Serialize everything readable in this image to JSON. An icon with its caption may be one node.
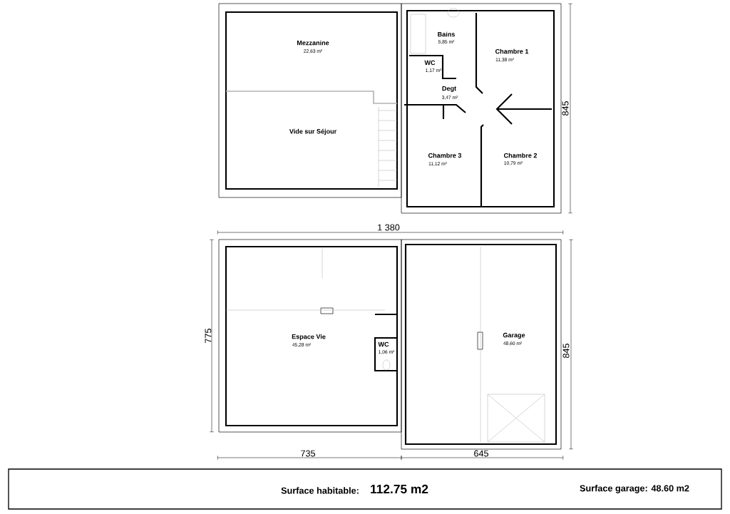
{
  "diagram": {
    "labels": [
      "Mezzanine",
      "22,63 m²",
      "Bains",
      "5,85 m²",
      "Chambre 1",
      "11,38 m²",
      "WC",
      "1,17 m²",
      "Degt",
      "3,47 m²",
      "Vide sur Séjour",
      "Chambre 3",
      "11,12 m²",
      "Chambre 2",
      "10,79 m²",
      "845",
      "1 380",
      "Espace Vie",
      "45,28 m²",
      "Garage",
      "48,60 m²",
      "WC",
      "1,06 m²",
      "775",
      "845",
      "735",
      "645",
      "Surface habitable:",
      "112.75 m2",
      "Surface garage: 48.60 m2"
    ]
  }
}
